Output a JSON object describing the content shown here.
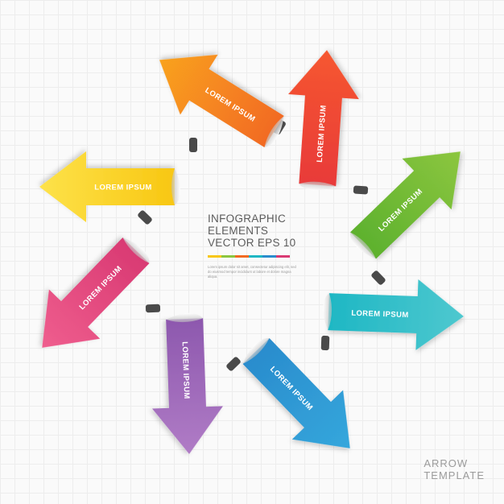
{
  "diagram": {
    "arrows": [
      {
        "label": "LOREM IPSUM",
        "color": "#f9a21f",
        "color2": "#f26a21"
      },
      {
        "label": "LOREM IPSUM",
        "color": "#f6572f",
        "color2": "#e83a3a"
      },
      {
        "label": "LOREM IPSUM",
        "color": "#8cc63f",
        "color2": "#5db12e"
      },
      {
        "label": "LOREM IPSUM",
        "color": "#4ec8cf",
        "color2": "#1eb7c4"
      },
      {
        "label": "LOREM IPSUM",
        "color": "#35a7dc",
        "color2": "#2a8ccd"
      },
      {
        "label": "LOREM IPSUM",
        "color": "#b07cc6",
        "color2": "#8d58ae"
      },
      {
        "label": "LOREM IPSUM",
        "color": "#ef5e8e",
        "color2": "#d93a73"
      },
      {
        "label": "LOREM IPSUM",
        "color": "#fde24a",
        "color2": "#f8c712"
      }
    ]
  },
  "center": {
    "title_line1": "INFOGRAPHIC",
    "title_line2": "ELEMENTS",
    "title_line3": "VECTOR EPS 10",
    "bar_colors": [
      "#f8c712",
      "#8cc63f",
      "#f26a21",
      "#1eb7c4",
      "#2a8ccd",
      "#d93a73"
    ],
    "body_text": "Lorem ipsum dolor sit amet, consectetur adipiscing elit, sed do eiusmod tempor incididunt ut labore et dolore magna aliqua."
  },
  "corner": {
    "line1": "ARROW",
    "line2": "TEMPLATE"
  }
}
